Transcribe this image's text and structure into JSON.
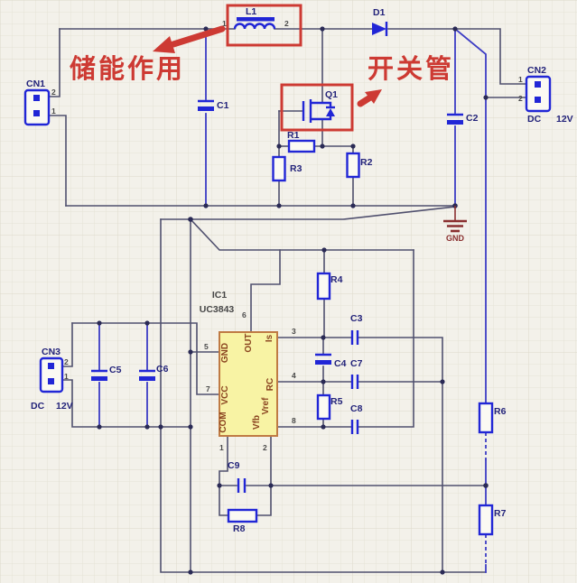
{
  "schematic": {
    "annotations": {
      "energy_storage": "储能作用",
      "switch_tube": "开关管"
    },
    "ic": {
      "ref": "IC1",
      "part": "UC3843",
      "pin_labels": {
        "gnd": "GND",
        "vcc": "VCC",
        "com": "COM",
        "out": "OUT",
        "is": "Is",
        "rc": "RC",
        "vref": "Vref",
        "vfb": "Vfb"
      },
      "pin_numbers": {
        "gnd": "5",
        "vcc": "7",
        "out": "6",
        "is": "3",
        "rc": "4",
        "vref": "8",
        "com": "1",
        "vfb": "2"
      }
    },
    "components": {
      "L1": {
        "ref": "L1",
        "pin1": "1",
        "pin2": "2"
      },
      "D1": {
        "ref": "D1"
      },
      "Q1": {
        "ref": "Q1"
      },
      "R1": {
        "ref": "R1"
      },
      "R2": {
        "ref": "R2"
      },
      "R3": {
        "ref": "R3"
      },
      "R4": {
        "ref": "R4"
      },
      "R5": {
        "ref": "R5"
      },
      "R6": {
        "ref": "R6"
      },
      "R7": {
        "ref": "R7"
      },
      "R8": {
        "ref": "R8"
      },
      "C1": {
        "ref": "C1"
      },
      "C2": {
        "ref": "C2"
      },
      "C3": {
        "ref": "C3"
      },
      "C4": {
        "ref": "C4"
      },
      "C5": {
        "ref": "C5"
      },
      "C6": {
        "ref": "C6"
      },
      "C7": {
        "ref": "C7"
      },
      "C8": {
        "ref": "C8"
      },
      "C9": {
        "ref": "C9"
      }
    },
    "connectors": {
      "CN1": {
        "ref": "CN1",
        "pin_top": "2",
        "pin_bottom": "1"
      },
      "CN2": {
        "ref": "CN2",
        "pin_top": "1",
        "pin_bottom": "2",
        "label": "DC",
        "voltage": "12V"
      },
      "CN3": {
        "ref": "CN3",
        "pin_top": "2",
        "pin_bottom": "1",
        "label": "DC",
        "voltage": "12V"
      }
    },
    "ground": {
      "label": "GND"
    },
    "colors": {
      "annotation": "#cd3a33",
      "component": "#2126d6",
      "wire": "#50506e",
      "ic_fill": "#f8f3a4",
      "ic_border": "#bf7a43",
      "gnd": "#8a2f2f"
    }
  }
}
